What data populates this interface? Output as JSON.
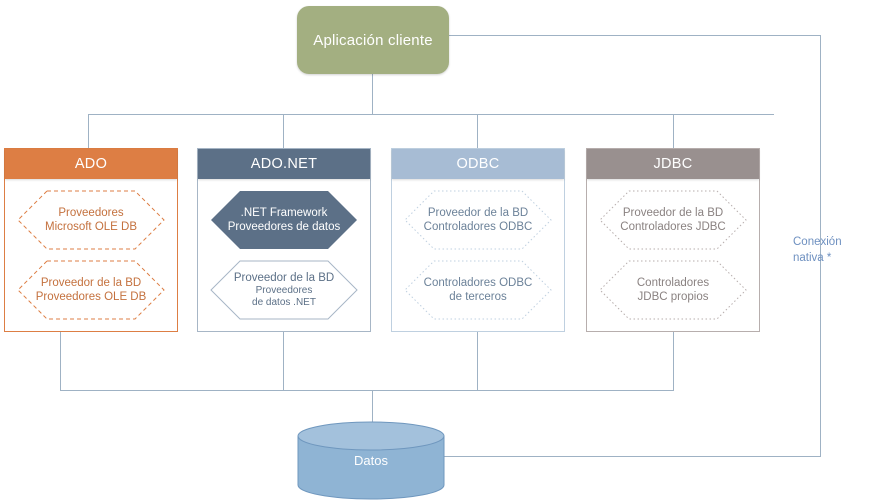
{
  "diagram": {
    "title_node": {
      "label": "Aplicación cliente",
      "color": "#A3AF81"
    },
    "database": {
      "label": "Datos",
      "color": "#8FB4D4"
    },
    "native_connection": {
      "line1": "Conexión",
      "line2": "nativa *",
      "color": "#6E90C0"
    },
    "connector_color": "#9FB2C4",
    "columns": [
      {
        "id": "ado",
        "header": "ADO",
        "header_color": "#DD7E44",
        "border_color": "#DD7E44",
        "text_color": "#C4713E",
        "nodes": [
          {
            "style": "outline-dashed",
            "lines": [
              "Proveedores",
              "Microsoft OLE DB"
            ]
          },
          {
            "style": "outline-dashed",
            "lines": [
              "Proveedor de la BD",
              "Proveedores OLE DB"
            ]
          }
        ]
      },
      {
        "id": "ado-net",
        "header": "ADO.NET",
        "header_color": "#5C7087",
        "border_color": "#A7B6C6",
        "text_color": "#5C7087",
        "nodes": [
          {
            "style": "filled",
            "fill": "#5C7087",
            "text_color": "#FFFFFF",
            "lines": [
              ".NET Framework",
              "Proveedores de datos"
            ]
          },
          {
            "style": "outline-solid",
            "lines": [
              "Proveedor de la BD",
              "Proveedores",
              "de datos .NET"
            ]
          }
        ]
      },
      {
        "id": "odbc",
        "header": "ODBC",
        "header_color": "#A7BCD4",
        "border_color": "#BFD0E0",
        "text_color": "#6C8299",
        "nodes": [
          {
            "style": "outline-dotted",
            "lines": [
              "Proveedor de la BD",
              "Controladores ODBC"
            ]
          },
          {
            "style": "outline-dotted",
            "lines": [
              "Controladores ODBC",
              "de terceros"
            ]
          }
        ]
      },
      {
        "id": "jdbc",
        "header": "JDBC",
        "header_color": "#99908F",
        "border_color": "#B7AEAD",
        "text_color": "#8A8281",
        "nodes": [
          {
            "style": "outline-dotted",
            "lines": [
              "Proveedor de la BD",
              "Controladores JDBC"
            ]
          },
          {
            "style": "outline-dotted",
            "lines": [
              "Controladores",
              "JDBC propios"
            ]
          }
        ]
      }
    ]
  }
}
